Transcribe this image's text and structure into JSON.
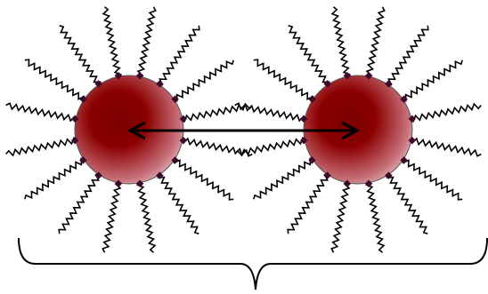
{
  "diagram": {
    "particles": [
      {
        "id": "left",
        "ligand_count": 16
      },
      {
        "id": "right",
        "ligand_count": 16
      }
    ],
    "arrow": {
      "type": "double-headed",
      "connects": [
        "left",
        "right"
      ]
    },
    "bracket": {
      "type": "curly-brace",
      "spans": [
        "left",
        "right"
      ]
    },
    "colors": {
      "core": "#8b0000",
      "core_highlight": "#ffffff",
      "ligand": "#000000",
      "anchor": "#3d0a2e"
    }
  }
}
